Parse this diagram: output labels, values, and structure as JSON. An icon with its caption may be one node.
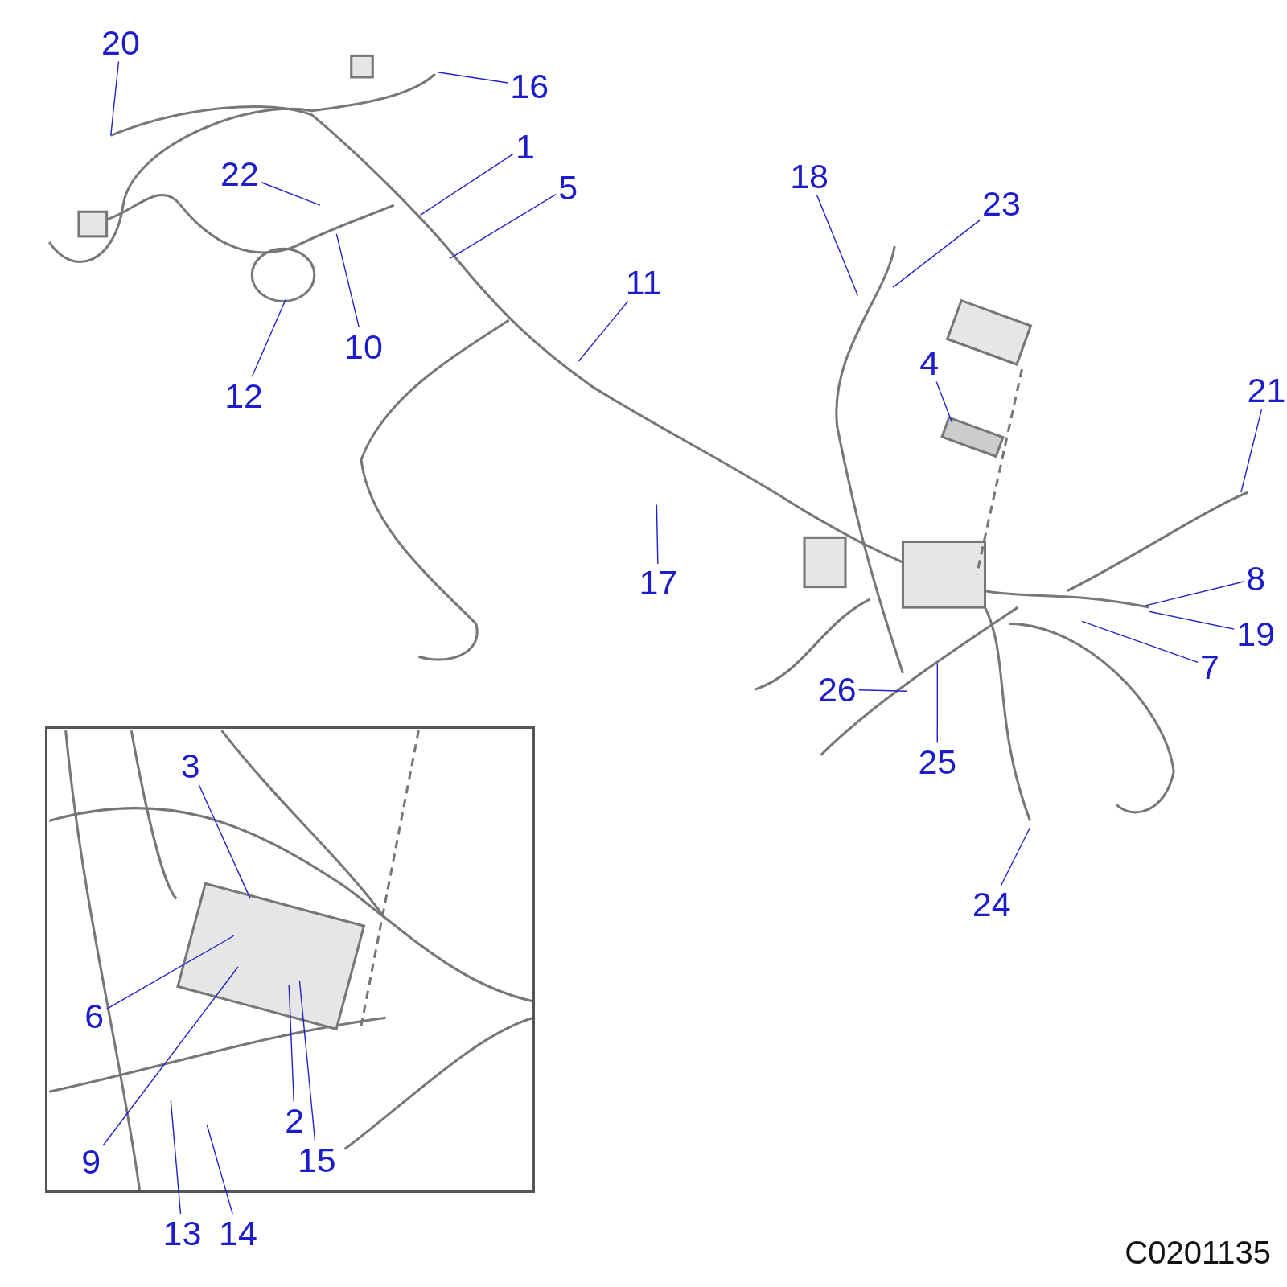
{
  "diagram": {
    "nodes": [
      {
        "text": [
          "20"
        ]
      },
      {
        "text": [
          "16"
        ]
      },
      {
        "text": [
          "1"
        ]
      },
      {
        "text": [
          "22"
        ]
      },
      {
        "text": [
          "5"
        ]
      },
      {
        "text": [
          "18"
        ]
      },
      {
        "text": [
          "23"
        ]
      },
      {
        "text": [
          "11"
        ]
      },
      {
        "text": [
          "10"
        ]
      },
      {
        "text": [
          "12"
        ]
      },
      {
        "text": [
          "4"
        ]
      },
      {
        "text": [
          "21"
        ]
      },
      {
        "text": [
          "17"
        ]
      },
      {
        "text": [
          "8"
        ]
      },
      {
        "text": [
          "19"
        ]
      },
      {
        "text": [
          "7"
        ]
      },
      {
        "text": [
          "26"
        ]
      },
      {
        "text": [
          "25"
        ]
      },
      {
        "text": [
          "24"
        ]
      },
      {
        "text": [],
        "shape": "box"
      },
      {
        "text": [
          "3"
        ],
        "in": 19
      },
      {
        "text": [
          "6"
        ],
        "in": 19
      },
      {
        "text": [
          "9"
        ],
        "in": 19
      },
      {
        "text": [
          "2"
        ],
        "in": 19
      },
      {
        "text": [
          "15"
        ],
        "in": 19
      },
      {
        "text": [
          "13"
        ]
      },
      {
        "text": [
          "14"
        ]
      }
    ],
    "edges": [
      {
        "from": 0,
        "to": null,
        "arrow": "none"
      },
      {
        "from": 1,
        "to": null,
        "arrow": "none"
      },
      {
        "from": 2,
        "to": null,
        "arrow": "none"
      },
      {
        "from": 3,
        "to": null,
        "arrow": "none"
      },
      {
        "from": 4,
        "to": null,
        "arrow": "none"
      },
      {
        "from": 5,
        "to": null,
        "arrow": "none"
      },
      {
        "from": 6,
        "to": null,
        "arrow": "none"
      },
      {
        "from": 7,
        "to": null,
        "arrow": "none"
      },
      {
        "from": 8,
        "to": null,
        "arrow": "none"
      },
      {
        "from": 9,
        "to": null,
        "arrow": "none"
      },
      {
        "from": 10,
        "to": null,
        "arrow": "none"
      },
      {
        "from": 11,
        "to": null,
        "arrow": "none"
      },
      {
        "from": 12,
        "to": null,
        "arrow": "none"
      },
      {
        "from": 13,
        "to": null,
        "arrow": "none"
      },
      {
        "from": 14,
        "to": null,
        "arrow": "none"
      },
      {
        "from": 15,
        "to": null,
        "arrow": "none"
      },
      {
        "from": 16,
        "to": null,
        "arrow": "none"
      },
      {
        "from": 17,
        "to": null,
        "arrow": "none"
      },
      {
        "from": 18,
        "to": null,
        "arrow": "none"
      },
      {
        "from": 20,
        "to": null,
        "arrow": "none"
      },
      {
        "from": 21,
        "to": null,
        "arrow": "none"
      },
      {
        "from": 22,
        "to": null,
        "arrow": "none"
      },
      {
        "from": 23,
        "to": null,
        "arrow": "none"
      },
      {
        "from": 24,
        "to": null,
        "arrow": "none"
      },
      {
        "from": 25,
        "to": null,
        "arrow": "none"
      },
      {
        "from": 26,
        "to": null,
        "arrow": "none"
      }
    ],
    "labels": [
      "C0201135"
    ]
  }
}
